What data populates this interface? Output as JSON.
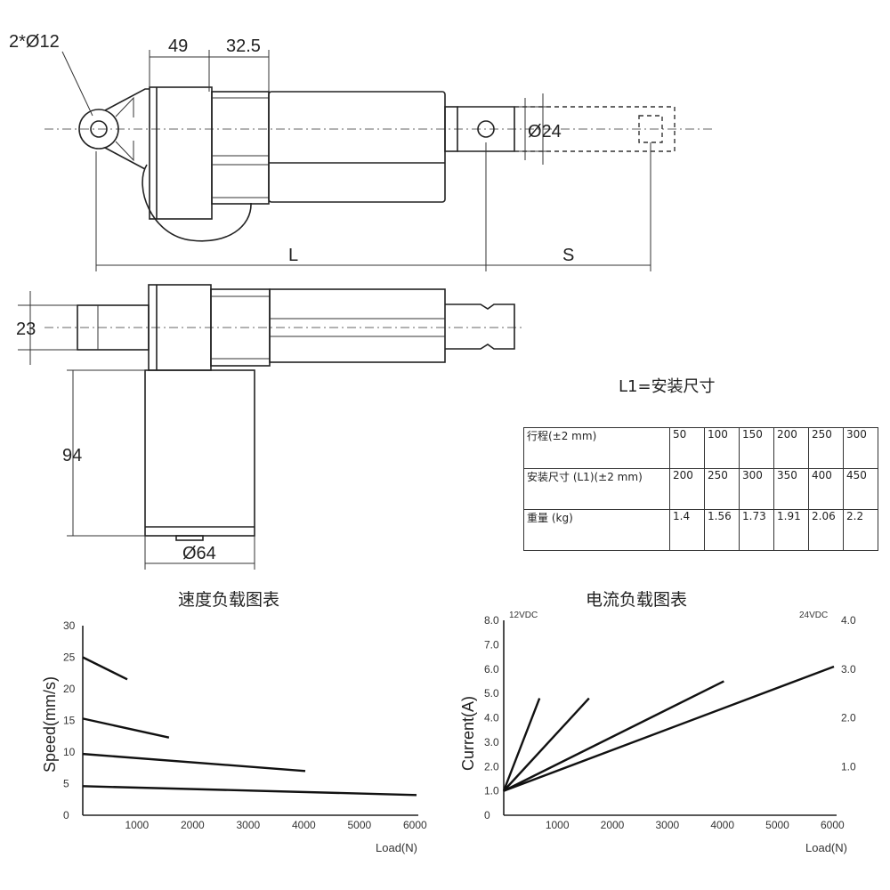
{
  "dimensions": {
    "holes": "2*Ø12",
    "d49": "49",
    "d325": "32.5",
    "d24": "Ø24",
    "L": "L",
    "S": "S",
    "d23": "23",
    "d94": "94",
    "d64": "Ø64"
  },
  "mount_note": "L1=安装尺寸",
  "spec_table": {
    "rows": [
      {
        "label": "行程(±2 mm)",
        "values": [
          "50",
          "100",
          "150",
          "200",
          "250",
          "300"
        ]
      },
      {
        "label": "安装尺寸  (L1)(±2 mm)",
        "values": [
          "200",
          "250",
          "300",
          "350",
          "400",
          "450"
        ]
      },
      {
        "label": "重量 (kg)",
        "values": [
          "1.4",
          "1.56",
          "1.73",
          "1.91",
          "2.06",
          "2.2"
        ]
      }
    ]
  },
  "chart_data": [
    {
      "type": "line",
      "title": "速度负载图表",
      "xlabel": "Load(N)",
      "ylabel": "Speed(mm/s)",
      "xlim": [
        0,
        6000
      ],
      "ylim": [
        0,
        30
      ],
      "x_ticks": [
        "1000",
        "2000",
        "3000",
        "4000",
        "5000",
        "6000"
      ],
      "y_ticks": [
        "0",
        "5",
        "10",
        "15",
        "20",
        "25",
        "30"
      ],
      "grid": false,
      "series": [
        {
          "x": [
            0,
            800
          ],
          "y": [
            25,
            21.5
          ]
        },
        {
          "x": [
            0,
            1550
          ],
          "y": [
            15.3,
            12.3
          ]
        },
        {
          "x": [
            0,
            4000
          ],
          "y": [
            9.7,
            7
          ]
        },
        {
          "x": [
            0,
            6000
          ],
          "y": [
            4.6,
            3.2
          ]
        }
      ]
    },
    {
      "type": "line",
      "title": "电流负载图表",
      "xlabel": "Load(N)",
      "ylabel": "Current(A)",
      "left_axis_label": "12VDC",
      "right_axis_label": "24VDC",
      "xlim": [
        0,
        6000
      ],
      "ylim": [
        0,
        8
      ],
      "ylim_right": [
        0,
        4
      ],
      "x_ticks": [
        "1000",
        "2000",
        "3000",
        "4000",
        "5000",
        "6000"
      ],
      "y_ticks": [
        "0",
        "1.0",
        "2.0",
        "3.0",
        "4.0",
        "5.0",
        "6.0",
        "7.0",
        "8.0"
      ],
      "y_ticks_right": [
        "1.0",
        "2.0",
        "3.0",
        "4.0"
      ],
      "grid": false,
      "series": [
        {
          "x": [
            0,
            650
          ],
          "y": [
            1.0,
            4.8
          ]
        },
        {
          "x": [
            0,
            1550
          ],
          "y": [
            1.0,
            4.8
          ]
        },
        {
          "x": [
            0,
            4000
          ],
          "y": [
            1.0,
            5.5
          ]
        },
        {
          "x": [
            0,
            6000
          ],
          "y": [
            1.0,
            6.1
          ]
        }
      ]
    }
  ]
}
